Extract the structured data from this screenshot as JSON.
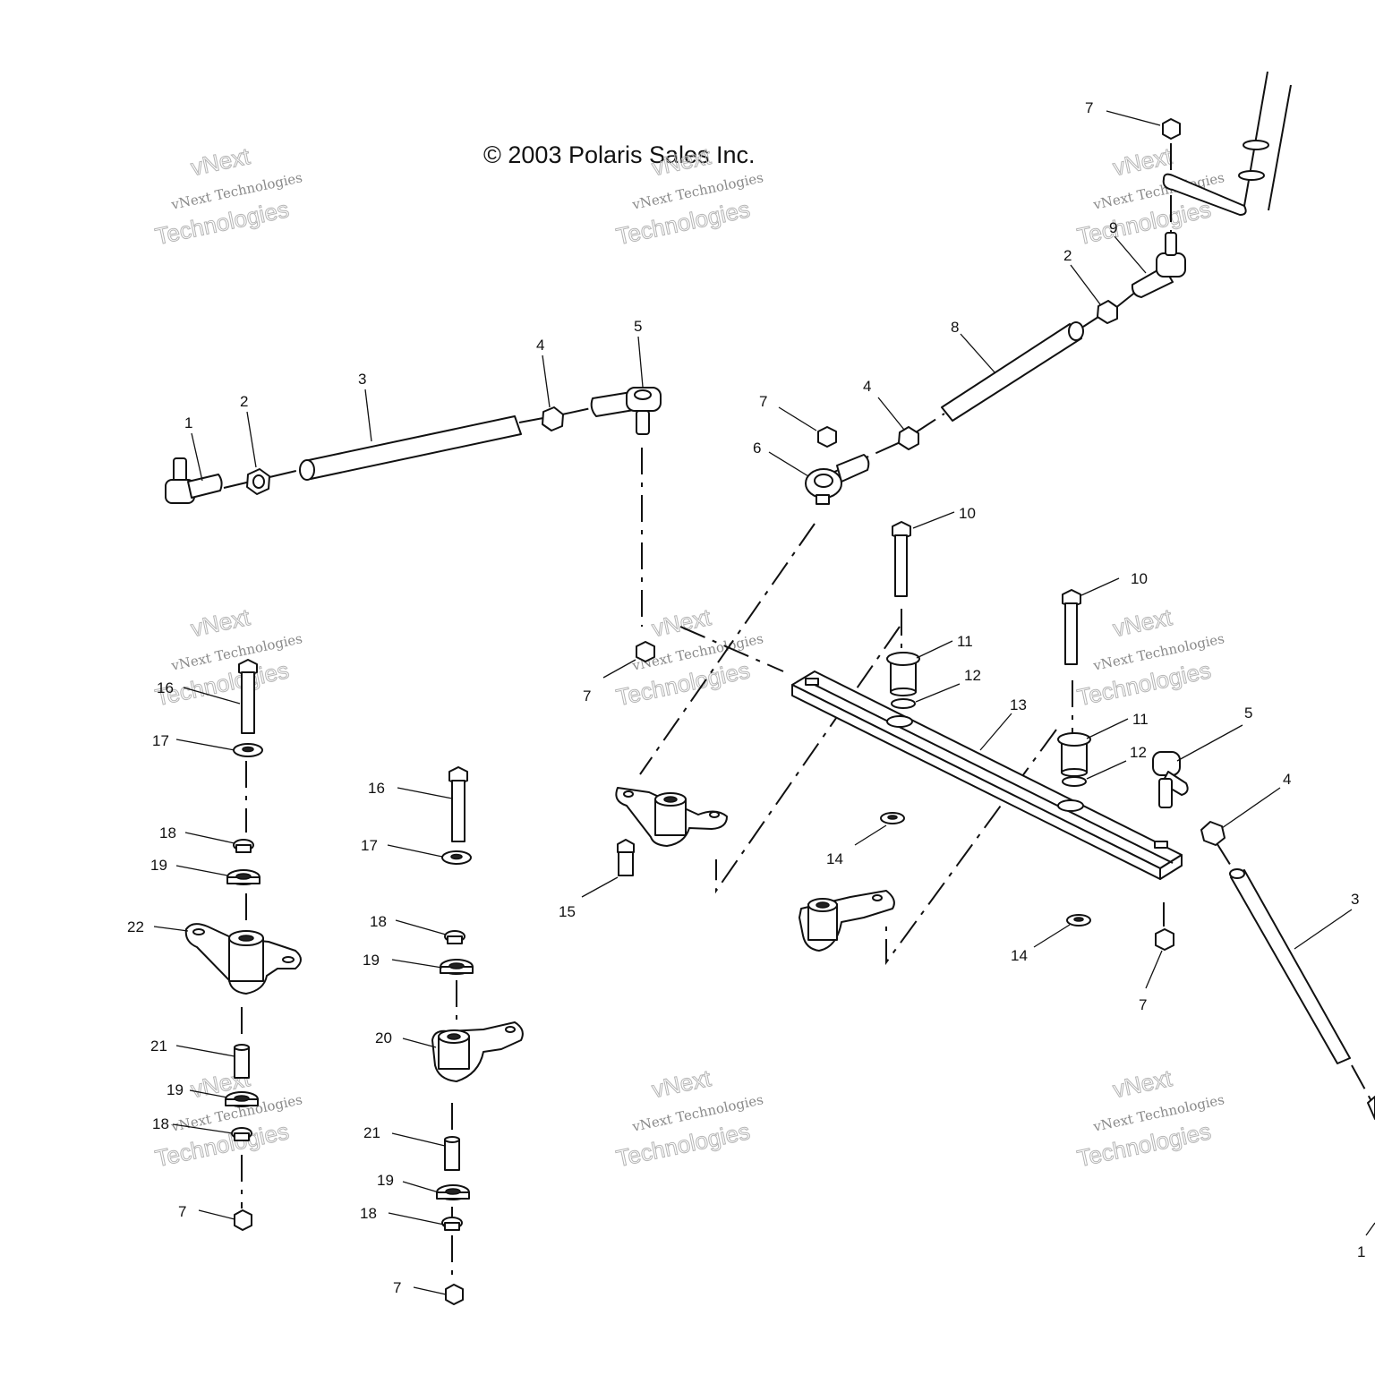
{
  "copyright": "© 2003 Polaris Sales Inc.",
  "watermark": {
    "line1": "vNext",
    "line2": "vNext Technologies",
    "line3": "Technologies"
  },
  "callouts": {
    "n1": "1",
    "n2": "2",
    "n3": "3",
    "n4": "4",
    "n5": "5",
    "n6": "6",
    "n7": "7",
    "n8": "8",
    "n9": "9",
    "n10": "10",
    "n11": "11",
    "n12": "12",
    "n13": "13",
    "n14": "14",
    "n15": "15",
    "n16": "16",
    "n17": "17",
    "n18": "18",
    "n19": "19",
    "n20": "20",
    "n21": "21",
    "n22": "22"
  }
}
